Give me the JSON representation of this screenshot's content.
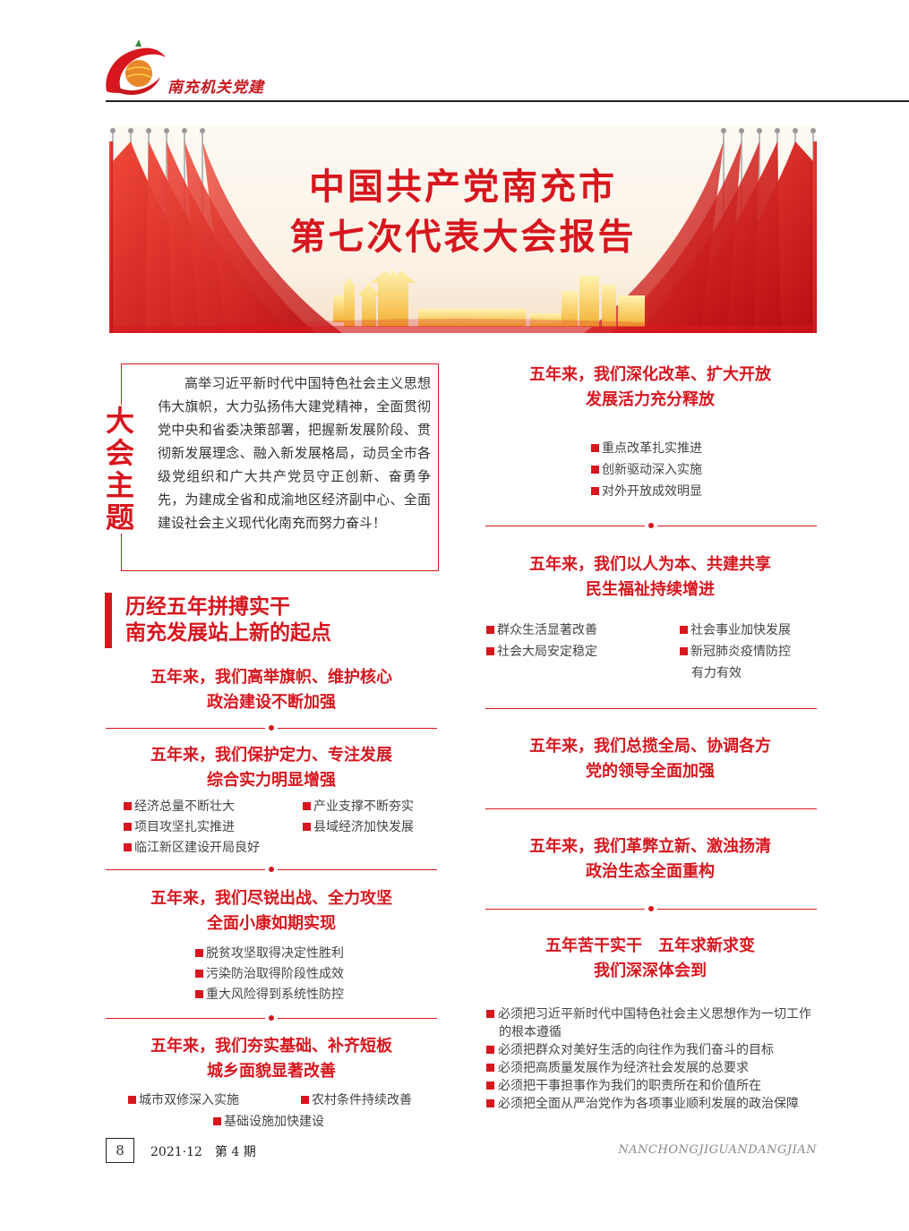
{
  "header": {
    "title": "南充机关党建"
  },
  "banner": {
    "title_line1": "中国共产党南充市",
    "title_line2": "第七次代表大会报告"
  },
  "theme": {
    "label": [
      "大",
      "会",
      "主",
      "题"
    ],
    "text": "高举习近平新时代中国特色社会主义思想伟大旗帜，大力弘扬伟大建党精神，全面贯彻党中央和省委决策部署，把握新发展阶段、贯彻新发展理念、融入新发展格局，动员全市各级党组织和广大共产党员守正创新、奋勇争先，为建成全省和成渝地区经济副中心、全面建设社会主义现代化南充而努力奋斗！"
  },
  "section": {
    "line1": "历经五年拼搏实干",
    "line2": "南充发展站上新的起点"
  },
  "left": {
    "b1": {
      "l1": "五年来，我们高举旗帜、维护核心",
      "l2": "政治建设不断加强"
    },
    "b2": {
      "l1": "五年来，我们保护定力、专注发展",
      "l2": "综合实力明显增强",
      "items": [
        "经济总量不断壮大",
        "产业支撑不断夯实",
        "项目攻坚扎实推进",
        "县域经济加快发展",
        "临江新区建设开局良好"
      ]
    },
    "b3": {
      "l1": "五年来，我们尽锐出战、全力攻坚",
      "l2": "全面小康如期实现",
      "items": [
        "脱贫攻坚取得决定性胜利",
        "污染防治取得阶段性成效",
        "重大风险得到系统性防控"
      ]
    },
    "b4": {
      "l1": "五年来，我们夯实基础、补齐短板",
      "l2": "城乡面貌显著改善",
      "items": [
        "城市双修深入实施",
        "农村条件持续改善",
        "基础设施加快建设"
      ]
    }
  },
  "right": {
    "b1": {
      "l1": "五年来，我们深化改革、扩大开放",
      "l2": "发展活力充分释放",
      "items": [
        "重点改革扎实推进",
        "创新驱动深入实施",
        "对外开放成效明显"
      ]
    },
    "b2": {
      "l1": "五年来，我们以人为本、共建共享",
      "l2": "民生福祉持续增进",
      "items": [
        "群众生活显著改善",
        "社会事业加快发展",
        "社会大局安定稳定",
        "新冠肺炎疫情防控",
        "有力有效"
      ]
    },
    "b3": {
      "l1": "五年来，我们总揽全局、协调各方",
      "l2": "党的领导全面加强"
    },
    "b4": {
      "l1": "五年来，我们革弊立新、激浊扬清",
      "l2": "政治生态全面重构"
    },
    "b5": {
      "l1": "五年苦干实干　五年求新求变",
      "l2": "我们深深体会到",
      "items": [
        "必须把习近平新时代中国特色社会主义思想作为一切工作的根本遵循",
        "必须把群众对美好生活的向往作为我们奋斗的目标",
        "必须把高质量发展作为经济社会发展的总要求",
        "必须把干事担事作为我们的职责所在和价值所在",
        "必须把全面从严治党作为各项事业顺利发展的政治保障"
      ]
    }
  },
  "footer": {
    "page": "8",
    "issue": "2021·12　第 4 期",
    "journal": "NANCHONGJIGUANDANGJIAN"
  }
}
